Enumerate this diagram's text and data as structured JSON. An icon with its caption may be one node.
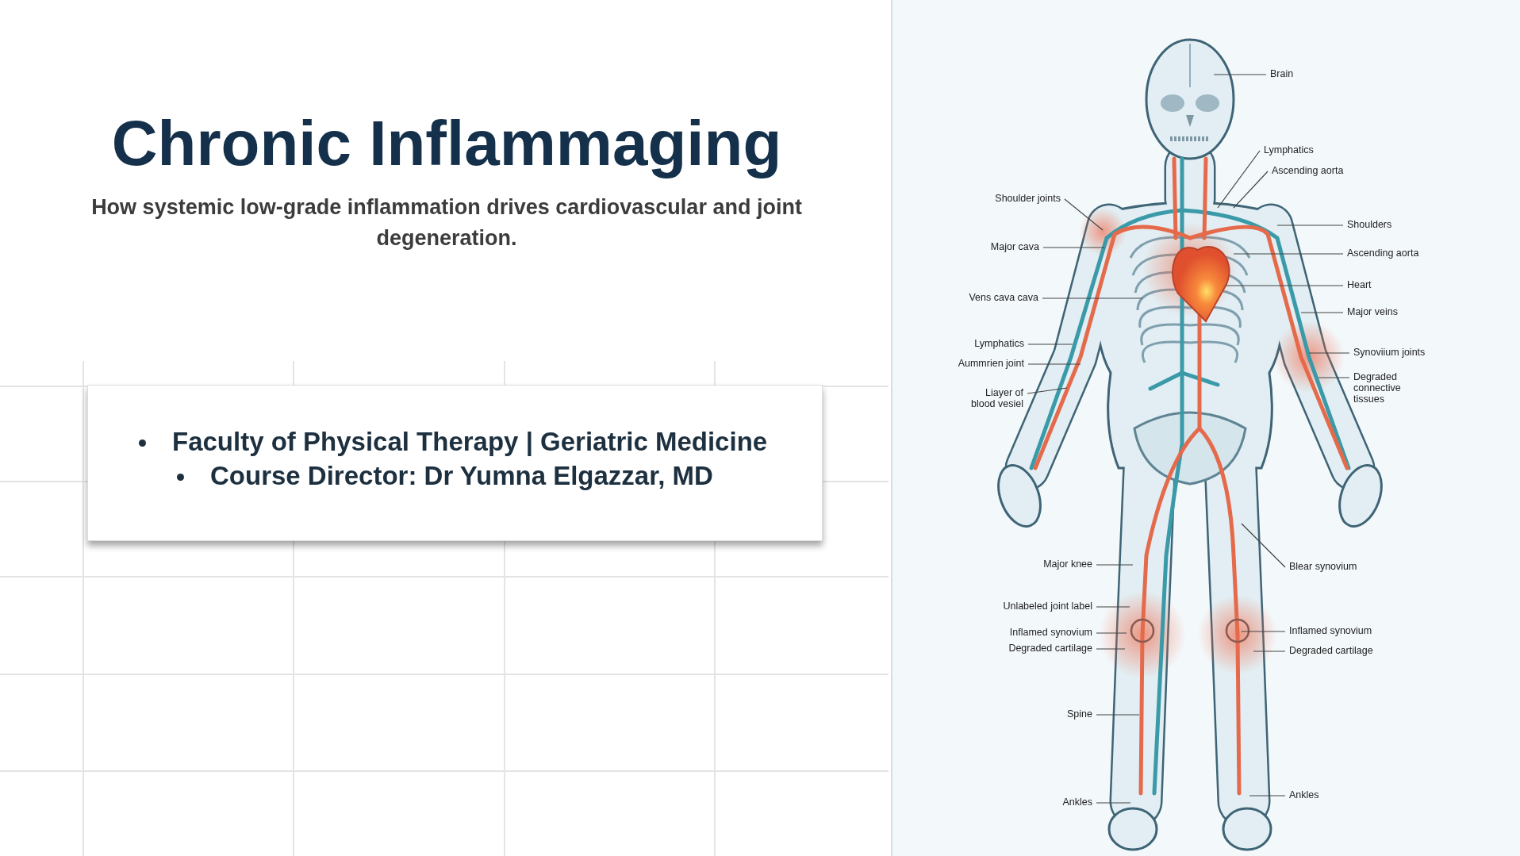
{
  "diagram": {
    "title": "Chronic Inflammaging",
    "nodes": [
      {
        "text": [
          "Faculty of Physical Therapy | Geriatric Medicine",
          "Course Director: Dr Yumna Elgazzar, MD"
        ]
      },
      {
        "text": [
          "Brain"
        ]
      },
      {
        "text": [
          "Lymphatics"
        ]
      },
      {
        "text": [
          "Ascending aorta"
        ]
      },
      {
        "text": [
          "Shoulder joints"
        ]
      },
      {
        "text": [
          "Shoulders"
        ]
      },
      {
        "text": [
          "Major cava"
        ]
      },
      {
        "text": [
          "Ascending aorta"
        ]
      },
      {
        "text": [
          "Heart"
        ]
      },
      {
        "text": [
          "Vens cava cava"
        ]
      },
      {
        "text": [
          "Major veins"
        ]
      },
      {
        "text": [
          "Lymphatics"
        ]
      },
      {
        "text": [
          "Synoviium joints"
        ]
      },
      {
        "text": [
          "Aummrien joint"
        ]
      },
      {
        "text": [
          "Degraded connective tissues"
        ]
      },
      {
        "text": [
          "Liayer of blood vesiel"
        ]
      },
      {
        "text": [
          "Major knee"
        ]
      },
      {
        "text": [
          "Blear synovium"
        ]
      },
      {
        "text": [
          "Unlabeled joint label"
        ]
      },
      {
        "text": [
          "Inflamed synovium"
        ]
      },
      {
        "text": [
          "Inflamed synovium"
        ]
      },
      {
        "text": [
          "Degraded cartilage"
        ]
      },
      {
        "text": [
          "Degraded cartilage"
        ]
      },
      {
        "text": [
          "Spine"
        ]
      },
      {
        "text": [
          "Ankles"
        ]
      },
      {
        "text": [
          "Ankles"
        ]
      }
    ],
    "edges": [
      {
        "from": 1,
        "to": null,
        "arrow": "none"
      },
      {
        "from": 2,
        "to": null,
        "arrow": "none"
      },
      {
        "from": 3,
        "to": null,
        "arrow": "none"
      },
      {
        "from": 4,
        "to": null,
        "arrow": "none"
      },
      {
        "from": 5,
        "to": null,
        "arrow": "none"
      },
      {
        "from": 6,
        "to": null,
        "arrow": "none"
      },
      {
        "from": 7,
        "to": null,
        "arrow": "none"
      },
      {
        "from": 8,
        "to": null,
        "arrow": "none"
      },
      {
        "from": 9,
        "to": null,
        "arrow": "none"
      },
      {
        "from": 10,
        "to": null,
        "arrow": "none"
      },
      {
        "from": 11,
        "to": null,
        "arrow": "none"
      },
      {
        "from": 12,
        "to": null,
        "arrow": "none"
      },
      {
        "from": 13,
        "to": null,
        "arrow": "none"
      },
      {
        "from": 14,
        "to": null,
        "arrow": "none"
      },
      {
        "from": 15,
        "to": null,
        "arrow": "none"
      },
      {
        "from": 16,
        "to": null,
        "arrow": "none"
      },
      {
        "from": 17,
        "to": null,
        "arrow": "none"
      },
      {
        "from": 18,
        "to": null,
        "arrow": "none"
      },
      {
        "from": 19,
        "to": null,
        "arrow": "none"
      },
      {
        "from": 20,
        "to": null,
        "arrow": "none"
      },
      {
        "from": 21,
        "to": null,
        "arrow": "none"
      },
      {
        "from": 22,
        "to": null,
        "arrow": "none"
      },
      {
        "from": 23,
        "to": null,
        "arrow": "none"
      },
      {
        "from": 24,
        "to": null,
        "arrow": "none"
      },
      {
        "from": 25,
        "to": null,
        "arrow": "none"
      }
    ],
    "labels": [
      "How systemic low-grade inflammation drives cardiovascular and joint degeneration."
    ]
  }
}
